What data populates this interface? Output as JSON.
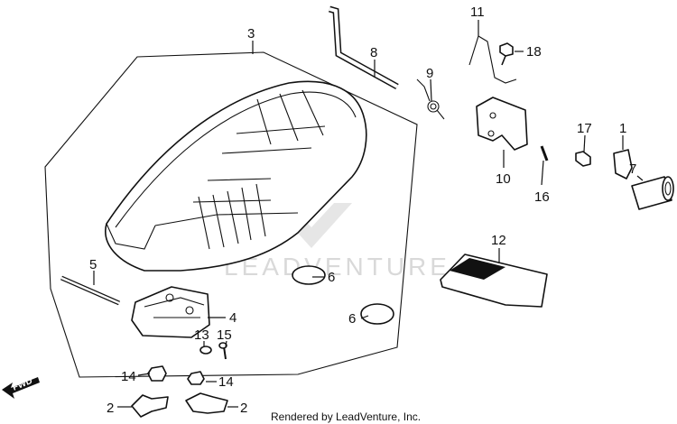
{
  "diagram": {
    "watermark": "LEADVENTURE",
    "footer": "Rendered by LeadVenture, Inc.",
    "direction_label": "FWD",
    "callouts": {
      "c1": "1",
      "c2a": "2",
      "c2b": "2",
      "c3": "3",
      "c4": "4",
      "c5": "5",
      "c6a": "6",
      "c6b": "6",
      "c7": "7",
      "c8": "8",
      "c9": "9",
      "c10": "10",
      "c11": "11",
      "c12": "12",
      "c13": "13",
      "c14a": "14",
      "c14b": "14",
      "c15": "15",
      "c16": "16",
      "c17": "17",
      "c18": "18"
    }
  }
}
